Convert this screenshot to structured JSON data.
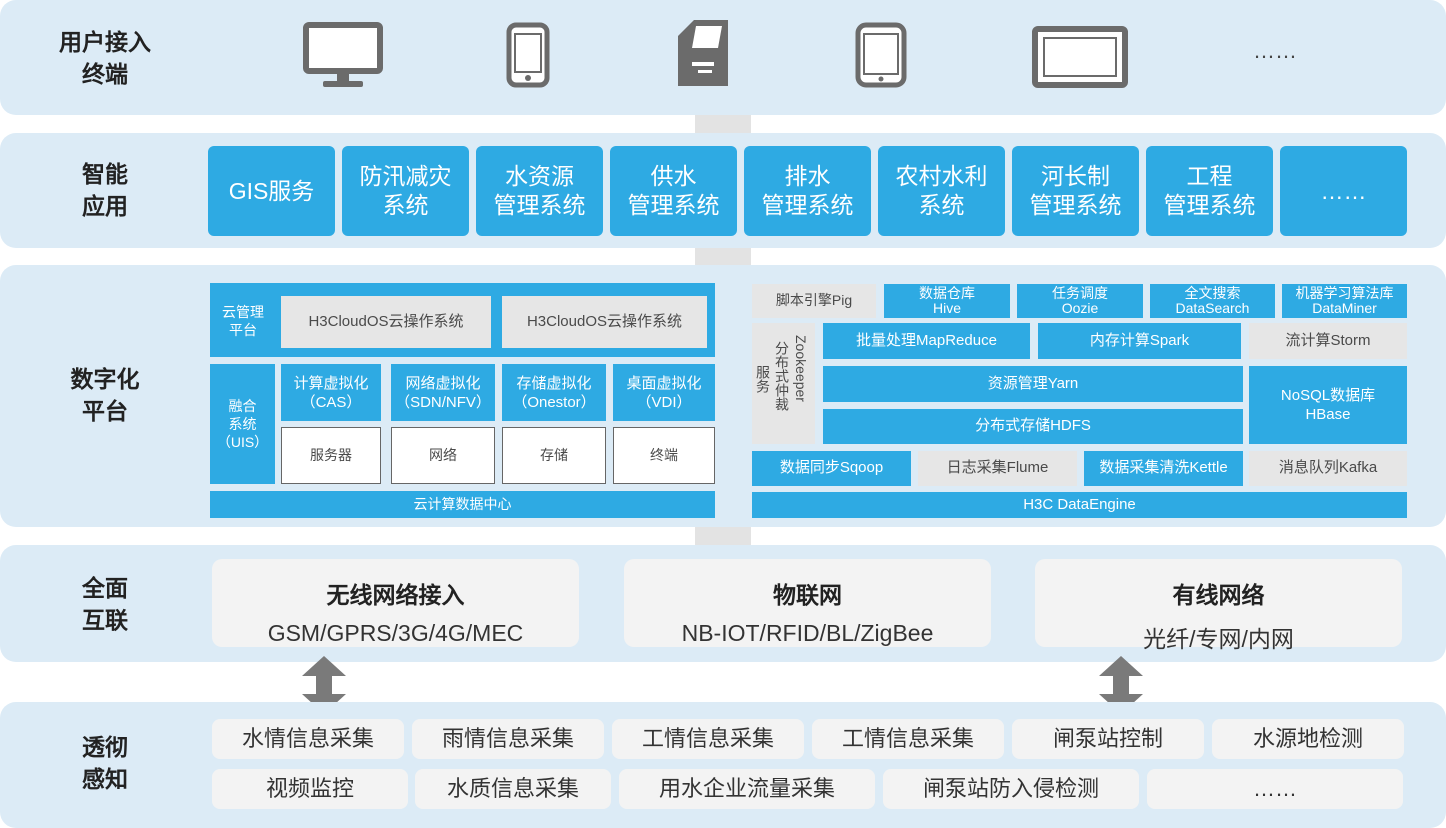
{
  "rows": {
    "terminal": "用户接入\n终端",
    "smart": "智能\n应用",
    "digital": "数字化\n平台",
    "connect": "全面\n互联",
    "perceive": "透彻\n感知"
  },
  "terminals": {
    "icons": [
      "desktop-monitor-icon",
      "smartphone-icon",
      "kiosk-terminal-icon",
      "tablet-icon",
      "large-display-icon"
    ],
    "more": "……"
  },
  "apps": [
    "GIS服务",
    "防汛减灾\n系统",
    "水资源\n管理系统",
    "供水\n管理系统",
    "排水\n管理系统",
    "农村水利\n系统",
    "河长制\n管理系统",
    "工程\n管理系统",
    "……"
  ],
  "cloud": {
    "mgmt_label": "云管理\n平台",
    "os1": "H3CloudOS云操作系统",
    "os2": "H3CloudOS云操作系统",
    "uis_label": "融合\n系统\n（UIS）",
    "virt": [
      "计算虚拟化\n（CAS）",
      "网络虚拟化\n（SDN/NFV）",
      "存储虚拟化\n（Onestor）",
      "桌面虚拟化\n（VDI）"
    ],
    "hw": [
      "服务器",
      "网络",
      "存储",
      "终端"
    ],
    "footer": "云计算数据中心"
  },
  "bigdata": {
    "pig": "脚本引擎Pig",
    "hive": "数据仓库\nHive",
    "oozie": "任务调度\nOozie",
    "search": "全文搜索\nDataSearch",
    "miner": "机器学习算法库\nDataMiner",
    "zk_a": "服务",
    "zk_b": "分布式仲裁",
    "zk_c": "Zookeeper",
    "mapreduce": "批量处理MapReduce",
    "spark": "内存计算Spark",
    "storm": "流计算Storm",
    "yarn": "资源管理Yarn",
    "hbase": "NoSQL数据库\nHBase",
    "hdfs": "分布式存储HDFS",
    "sqoop": "数据同步Sqoop",
    "flume": "日志采集Flume",
    "kettle": "数据采集清洗Kettle",
    "kafka": "消息队列Kafka",
    "footer": "H3C DataEngine"
  },
  "networks": [
    {
      "title": "无线网络接入",
      "sub": "GSM/GPRS/3G/4G/MEC"
    },
    {
      "title": "物联网",
      "sub": "NB-IOT/RFID/BL/ZigBee"
    },
    {
      "title": "有线网络",
      "sub": "光纤/专网/内网"
    }
  ],
  "perception": {
    "row1": [
      "水情信息采集",
      "雨情信息采集",
      "工情信息采集",
      "工情信息采集",
      "闸泵站控制",
      "水源地检测"
    ],
    "row2": [
      "视频监控",
      "水质信息采集",
      "用水企业流量采集",
      "闸泵站防入侵检测",
      "……"
    ]
  },
  "colors": {
    "band": "#dcebf6",
    "accent": "#2eaae3",
    "grey": "#e6e6e6",
    "icon": "#6b6b6b",
    "arrow": "#7a7a7a"
  }
}
